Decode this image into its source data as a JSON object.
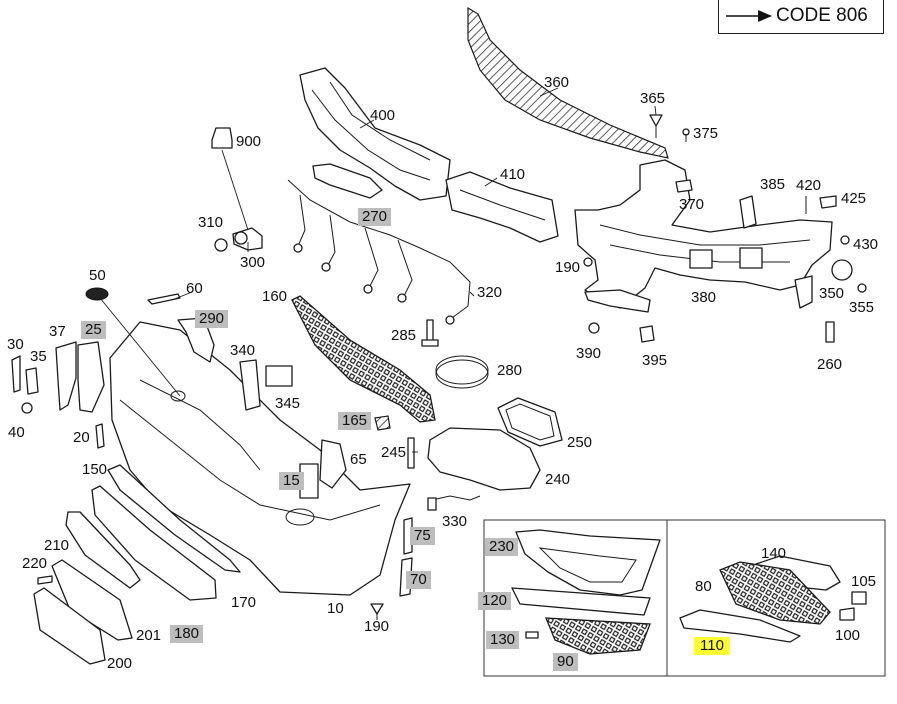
{
  "code_box": {
    "text": "CODE 806"
  },
  "labels": [
    {
      "id": "l360",
      "text": "360"
    },
    {
      "id": "l400",
      "text": "400"
    },
    {
      "id": "l365",
      "text": "365"
    },
    {
      "id": "l375",
      "text": "375"
    },
    {
      "id": "l900",
      "text": "900"
    },
    {
      "id": "l410",
      "text": "410"
    },
    {
      "id": "l270",
      "text": "270"
    },
    {
      "id": "l385",
      "text": "385"
    },
    {
      "id": "l420",
      "text": "420"
    },
    {
      "id": "l370",
      "text": "370"
    },
    {
      "id": "l425",
      "text": "425"
    },
    {
      "id": "l310",
      "text": "310"
    },
    {
      "id": "l430",
      "text": "430"
    },
    {
      "id": "l300",
      "text": "300"
    },
    {
      "id": "l190a",
      "text": "190"
    },
    {
      "id": "l50",
      "text": "50"
    },
    {
      "id": "l320",
      "text": "320"
    },
    {
      "id": "l60",
      "text": "60"
    },
    {
      "id": "l380",
      "text": "380"
    },
    {
      "id": "l350",
      "text": "350"
    },
    {
      "id": "l160",
      "text": "160"
    },
    {
      "id": "l355",
      "text": "355"
    },
    {
      "id": "l290",
      "text": "290"
    },
    {
      "id": "l285",
      "text": "285"
    },
    {
      "id": "l37",
      "text": "37"
    },
    {
      "id": "l25",
      "text": "25"
    },
    {
      "id": "l390",
      "text": "390"
    },
    {
      "id": "l395",
      "text": "395"
    },
    {
      "id": "l30",
      "text": "30"
    },
    {
      "id": "l35",
      "text": "35"
    },
    {
      "id": "l340",
      "text": "340"
    },
    {
      "id": "l260",
      "text": "260"
    },
    {
      "id": "l280",
      "text": "280"
    },
    {
      "id": "l345",
      "text": "345"
    },
    {
      "id": "l40",
      "text": "40"
    },
    {
      "id": "l165",
      "text": "165"
    },
    {
      "id": "l20",
      "text": "20"
    },
    {
      "id": "l250",
      "text": "250"
    },
    {
      "id": "l245",
      "text": "245"
    },
    {
      "id": "l65",
      "text": "65"
    },
    {
      "id": "l150",
      "text": "150"
    },
    {
      "id": "l240",
      "text": "240"
    },
    {
      "id": "l15",
      "text": "15"
    },
    {
      "id": "l330",
      "text": "330"
    },
    {
      "id": "l75",
      "text": "75"
    },
    {
      "id": "l230",
      "text": "230"
    },
    {
      "id": "l210",
      "text": "210"
    },
    {
      "id": "l140",
      "text": "140"
    },
    {
      "id": "l220",
      "text": "220"
    },
    {
      "id": "l70",
      "text": "70"
    },
    {
      "id": "l80",
      "text": "80"
    },
    {
      "id": "l105",
      "text": "105"
    },
    {
      "id": "l170",
      "text": "170"
    },
    {
      "id": "l120",
      "text": "120"
    },
    {
      "id": "l10",
      "text": "10"
    },
    {
      "id": "l201",
      "text": "201"
    },
    {
      "id": "l180",
      "text": "180"
    },
    {
      "id": "l190b",
      "text": "190"
    },
    {
      "id": "l130",
      "text": "130"
    },
    {
      "id": "l100",
      "text": "100"
    },
    {
      "id": "l110",
      "text": "110"
    },
    {
      "id": "l200",
      "text": "200"
    },
    {
      "id": "l90",
      "text": "90"
    }
  ],
  "colors": {
    "highlight_grey": "#bdbdbd",
    "highlight_yellow": "#ffff33"
  }
}
